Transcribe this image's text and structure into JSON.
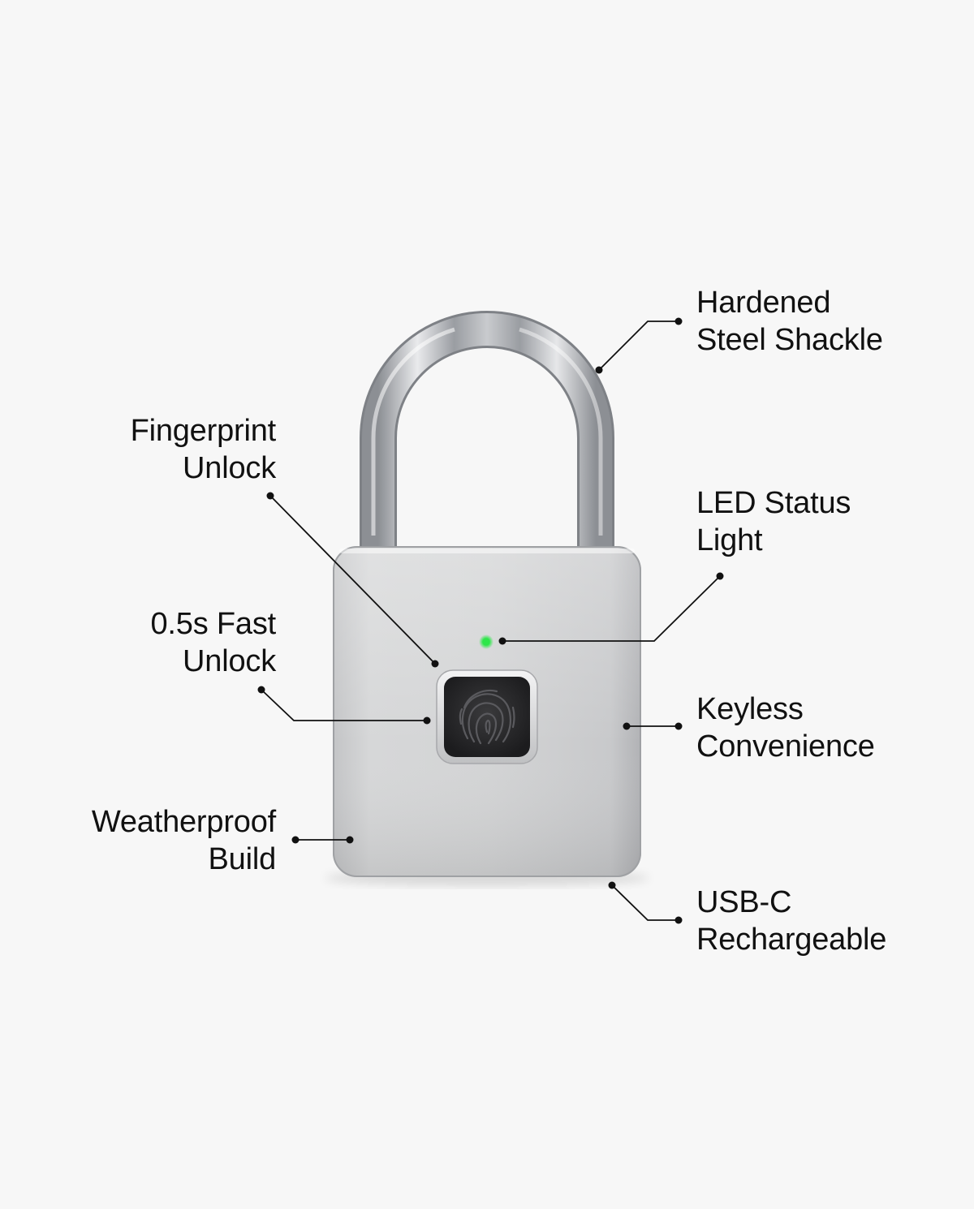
{
  "colors": {
    "background": "#f7f7f7",
    "text": "#111111",
    "leader": "#111111",
    "body_light": "#d2d3d4",
    "body_mid": "#b9babc",
    "shackle": "#a9acb0",
    "sensor": "#2a2a2c",
    "led": "#2ee64a"
  },
  "icons": {
    "product": "padlock-icon",
    "sensor": "fingerprint-icon",
    "indicator": "led-dot-icon"
  },
  "callouts": {
    "shackle": {
      "line1": "Hardened",
      "line2": "Steel Shackle"
    },
    "fingerprint": {
      "line1": "Fingerprint",
      "line2": "Unlock"
    },
    "led": {
      "line1": "LED Status",
      "line2": "Light"
    },
    "fast_unlock": {
      "line1": "0.5s Fast",
      "line2": "Unlock"
    },
    "keyless": {
      "line1": "Keyless",
      "line2": "Convenience"
    },
    "weatherproof": {
      "line1": "Weatherproof",
      "line2": "Build"
    },
    "usbc": {
      "line1": "USB-C",
      "line2": "Rechargeable"
    }
  }
}
